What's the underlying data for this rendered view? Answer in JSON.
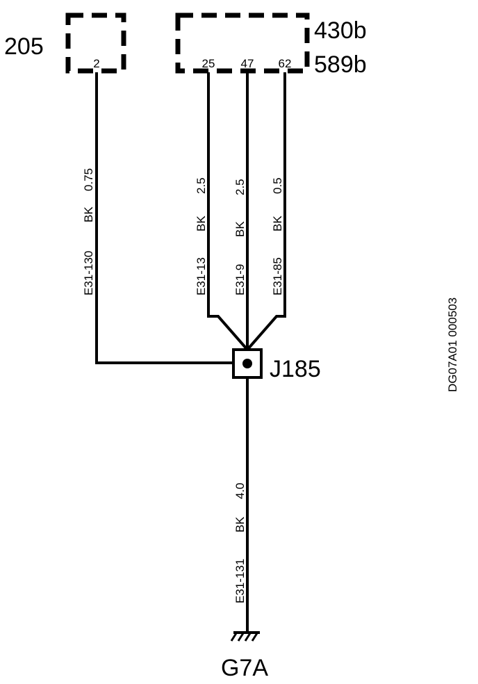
{
  "components": {
    "c205": {
      "name": "205",
      "pin": "2"
    },
    "c430": {
      "name_top": "430b",
      "name_bottom": "589b",
      "pins": [
        "25",
        "47",
        "62"
      ]
    }
  },
  "wires": [
    {
      "id": "E31-130",
      "color": "BK",
      "size": "0.75"
    },
    {
      "id": "E31-13",
      "color": "BK",
      "size": "2.5"
    },
    {
      "id": "E31-9",
      "color": "BK",
      "size": "2.5"
    },
    {
      "id": "E31-85",
      "color": "BK",
      "size": "0.5"
    },
    {
      "id": "E31-131",
      "color": "BK",
      "size": "4.0"
    }
  ],
  "splice": {
    "name": "J185"
  },
  "ground": {
    "name": "G7A"
  },
  "figure_ref": "DG07A01 000503"
}
